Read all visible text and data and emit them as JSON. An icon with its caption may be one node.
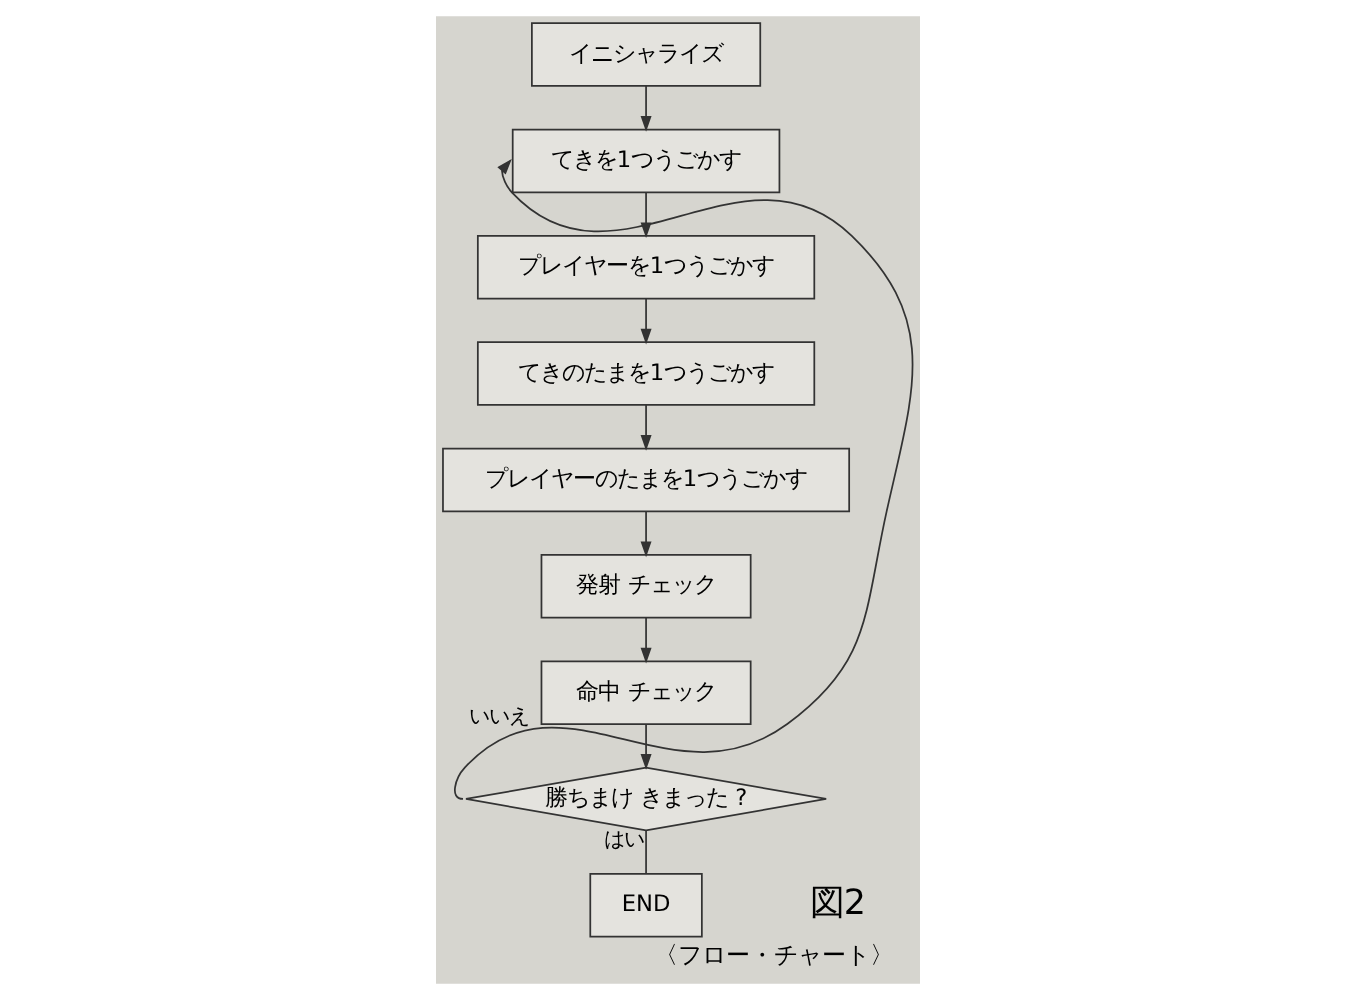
{
  "diagram": {
    "caption": "〈フロー・チャート〉",
    "nodes": [
      {
        "text": [
          "イニシャライズ"
        ]
      },
      {
        "text": [
          "てきを1つうごかす"
        ]
      },
      {
        "text": [
          "プレイヤーを1つうごかす"
        ]
      },
      {
        "text": [
          "てきのたまを1つうごかす"
        ]
      },
      {
        "text": [
          "プレイヤーのたまを1つうごかす"
        ]
      },
      {
        "text": [
          "発射 チェック"
        ]
      },
      {
        "text": [
          "命中 チェック"
        ]
      },
      {
        "text": [
          "勝ちまけ きまった ?"
        ]
      },
      {
        "text": [
          "END"
        ]
      }
    ],
    "edges": [
      {
        "from": 0,
        "to": 1,
        "arrow": "to"
      },
      {
        "from": 1,
        "to": 2,
        "arrow": "to"
      },
      {
        "from": 2,
        "to": 3,
        "arrow": "to"
      },
      {
        "from": 3,
        "to": 4,
        "arrow": "to"
      },
      {
        "from": 4,
        "to": 5,
        "arrow": "to"
      },
      {
        "from": 5,
        "to": 6,
        "arrow": "to"
      },
      {
        "from": 6,
        "to": 7,
        "arrow": "to"
      },
      {
        "from": 7,
        "to": 1,
        "arrow": "to",
        "label": "いいえ"
      },
      {
        "from": 7,
        "to": 8,
        "arrow": "none",
        "label": "はい"
      }
    ],
    "labels": [
      "図2"
    ]
  }
}
